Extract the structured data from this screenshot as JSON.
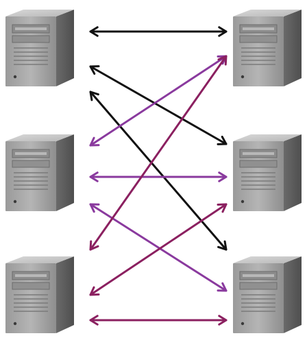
{
  "servers": [
    {
      "id": "L1",
      "column": "left",
      "row": 1,
      "icon": "server-tower-icon"
    },
    {
      "id": "L2",
      "column": "left",
      "row": 2,
      "icon": "server-tower-icon"
    },
    {
      "id": "L3",
      "column": "left",
      "row": 3,
      "icon": "server-tower-icon"
    },
    {
      "id": "R1",
      "column": "right",
      "row": 1,
      "icon": "server-tower-icon"
    },
    {
      "id": "R2",
      "column": "right",
      "row": 2,
      "icon": "server-tower-icon"
    },
    {
      "id": "R3",
      "column": "right",
      "row": 3,
      "icon": "server-tower-icon"
    }
  ],
  "connections": [
    {
      "from": "L1",
      "to": "R1",
      "color": "#111111",
      "direction": "bidirectional"
    },
    {
      "from": "L1",
      "to": "R2",
      "color": "#111111",
      "direction": "bidirectional"
    },
    {
      "from": "L1",
      "to": "R3",
      "color": "#111111",
      "direction": "bidirectional"
    },
    {
      "from": "L2",
      "to": "R1",
      "color": "#8a3a9e",
      "direction": "bidirectional"
    },
    {
      "from": "L2",
      "to": "R2",
      "color": "#8a3a9e",
      "direction": "bidirectional"
    },
    {
      "from": "L2",
      "to": "R3",
      "color": "#8a3a9e",
      "direction": "bidirectional"
    },
    {
      "from": "L3",
      "to": "R1",
      "color": "#8b2060",
      "direction": "bidirectional"
    },
    {
      "from": "L3",
      "to": "R2",
      "color": "#8b2060",
      "direction": "bidirectional"
    },
    {
      "from": "L3",
      "to": "R3",
      "color": "#8b2060",
      "direction": "bidirectional"
    }
  ]
}
